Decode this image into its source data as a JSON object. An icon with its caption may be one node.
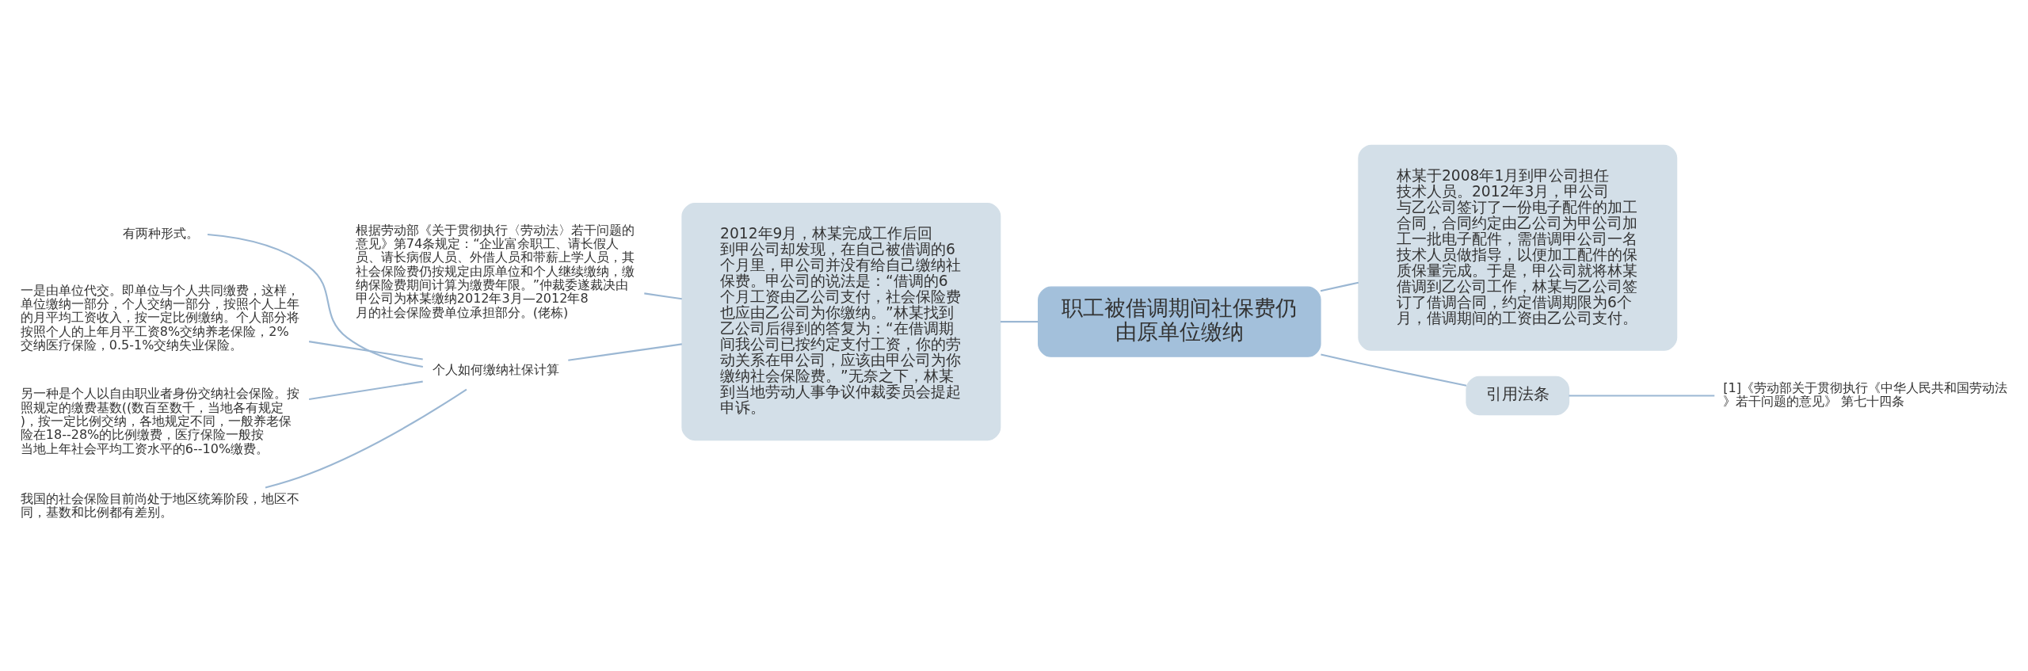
{
  "diagram": {
    "nodes": [
      {
        "text": [
          "职工被借调期间社保费仍由原单位缴纳"
        ]
      },
      {
        "text": [
          "林某于2008年1月到甲公司担任技术人员。2012年3月，甲公司与乙公司签订了一份电子配件的加工合同，合同约定由乙公司为甲公司加工一批电子配件，需借调甲公司一名技术人员做指导，以便加工配件的保质保量完成。于是，甲公司就将林某借调到乙公司工作，林某与乙公司签订了借调合同，约定借调期限为6个月，借调期间的工资由乙公司支付。"
        ]
      },
      {
        "text": [
          "引用法条"
        ]
      },
      {
        "text": [
          "[1]《劳动部关于贯彻执行《中华人民共和国劳动法》若干问题的意见》 第七十四条"
        ]
      },
      {
        "text": [
          "2012年9月，林某完成工作后回到甲公司却发现，在自己被借调的6个月里，甲公司并没有给自己缴纳社保费。甲公司的说法是：“借调的6个月工资由乙公司支付，社会保险费也应由乙公司为你缴纳。”林某找到乙公司后得到的答复为：“在借调期间我公司已按约定支付工资，你的劳动关系在甲公司，应该由甲公司为你缴纳社会保险费。”无奈之下，林某到当地劳动人事争议仲裁委员会提起申诉。"
        ]
      },
      {
        "text": [
          "根据劳动部《关于贯彻执行〈劳动法〉若干问题的意见》第74条规定：“企业富余职工、请长假人员、请长病假人员、外借人员和带薪上学人员，其社会保险费仍按规定由原单位和个人继续缴纳，缴纳保险费期间计算为缴费年限。”仲裁委遂裁决由甲公司为林某缴纳2012年3月—2012年8月的社会保险费单位承担部分。(佬栋)"
        ]
      },
      {
        "text": [
          "个人如何缴纳社保计算"
        ]
      },
      {
        "text": [
          "有两种形式。"
        ]
      },
      {
        "text": [
          "一是由单位代交。即单位与个人共同缴费，这样，单位缴纳一部分，个人交纳一部分，按照个人上年的月平均工资收入，按一定比例缴纳。个人部分将按照个人的上年月平工资8%交纳养老保险，2%交纳医疗保险，0.5-1%交纳失业保险。"
        ]
      },
      {
        "text": [
          "另一种是个人以自由职业者身份交纳社会保险。按照规定的缴费基数((数百至数千，当地各有规定)，按一定比例交纳，各地规定不同，一般养老保险在18--28%的比例缴费，医疗保险一般按当地上年社会平均工资水平的6--10%缴费。"
        ]
      },
      {
        "text": [
          "我国的社会保险目前尚处于地区统筹阶段，地区不同，基数和比例都有差别。"
        ]
      }
    ],
    "edges": [
      {
        "from": 0,
        "to": 1,
        "arrow": "none"
      },
      {
        "from": 0,
        "to": 2,
        "arrow": "none"
      },
      {
        "from": 2,
        "to": 3,
        "arrow": "none"
      },
      {
        "from": 0,
        "to": 4,
        "arrow": "none"
      },
      {
        "from": 4,
        "to": 5,
        "arrow": "none"
      },
      {
        "from": 4,
        "to": 6,
        "arrow": "none"
      },
      {
        "from": 6,
        "to": 7,
        "arrow": "none"
      },
      {
        "from": 6,
        "to": 8,
        "arrow": "none"
      },
      {
        "from": 6,
        "to": 9,
        "arrow": "none"
      },
      {
        "from": 6,
        "to": 10,
        "arrow": "none"
      }
    ]
  }
}
